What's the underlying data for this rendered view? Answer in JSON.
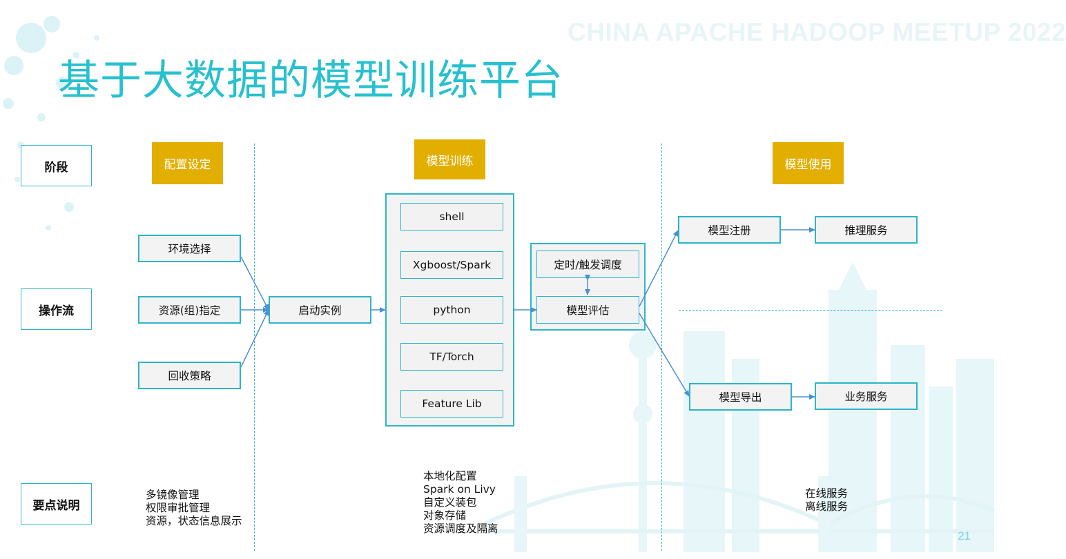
{
  "watermark": "CHINA APACHE HADOOP MEETUP 2022",
  "title": "基于大数据的模型训练平台",
  "page_number": "21",
  "row_labels": {
    "stage": "阶段",
    "flow": "操作流",
    "notes": "要点说明"
  },
  "stages": {
    "config": "配置设定",
    "training": "模型训练",
    "usage": "模型使用"
  },
  "config_nodes": {
    "env": "环境选择",
    "resource": "资源(组)指定",
    "recycle": "回收策略"
  },
  "start_instance": "启动实例",
  "training_nodes": {
    "shell": "shell",
    "xgboost": "Xgboost/Spark",
    "python": "python",
    "tf": "TF/Torch",
    "feature": "Feature Lib"
  },
  "eval_nodes": {
    "schedule": "定时/触发调度",
    "evaluate": "模型评估"
  },
  "usage_nodes": {
    "register": "模型注册",
    "inference": "推理服务",
    "export": "模型导出",
    "business": "业务服务"
  },
  "notes": {
    "config": [
      "多镜像管理",
      "权限审批管理",
      "资源，状态信息展示"
    ],
    "training": [
      "本地化配置",
      "Spark on Livy",
      "自定义装包",
      "对象存储",
      "资源调度及隔离"
    ],
    "usage": [
      "在线服务",
      "离线服务"
    ]
  },
  "colors": {
    "accent": "#27c0cf",
    "border": "#2bb5c8",
    "stage_fill": "#e2ae00",
    "arrow": "#4a90d0"
  }
}
